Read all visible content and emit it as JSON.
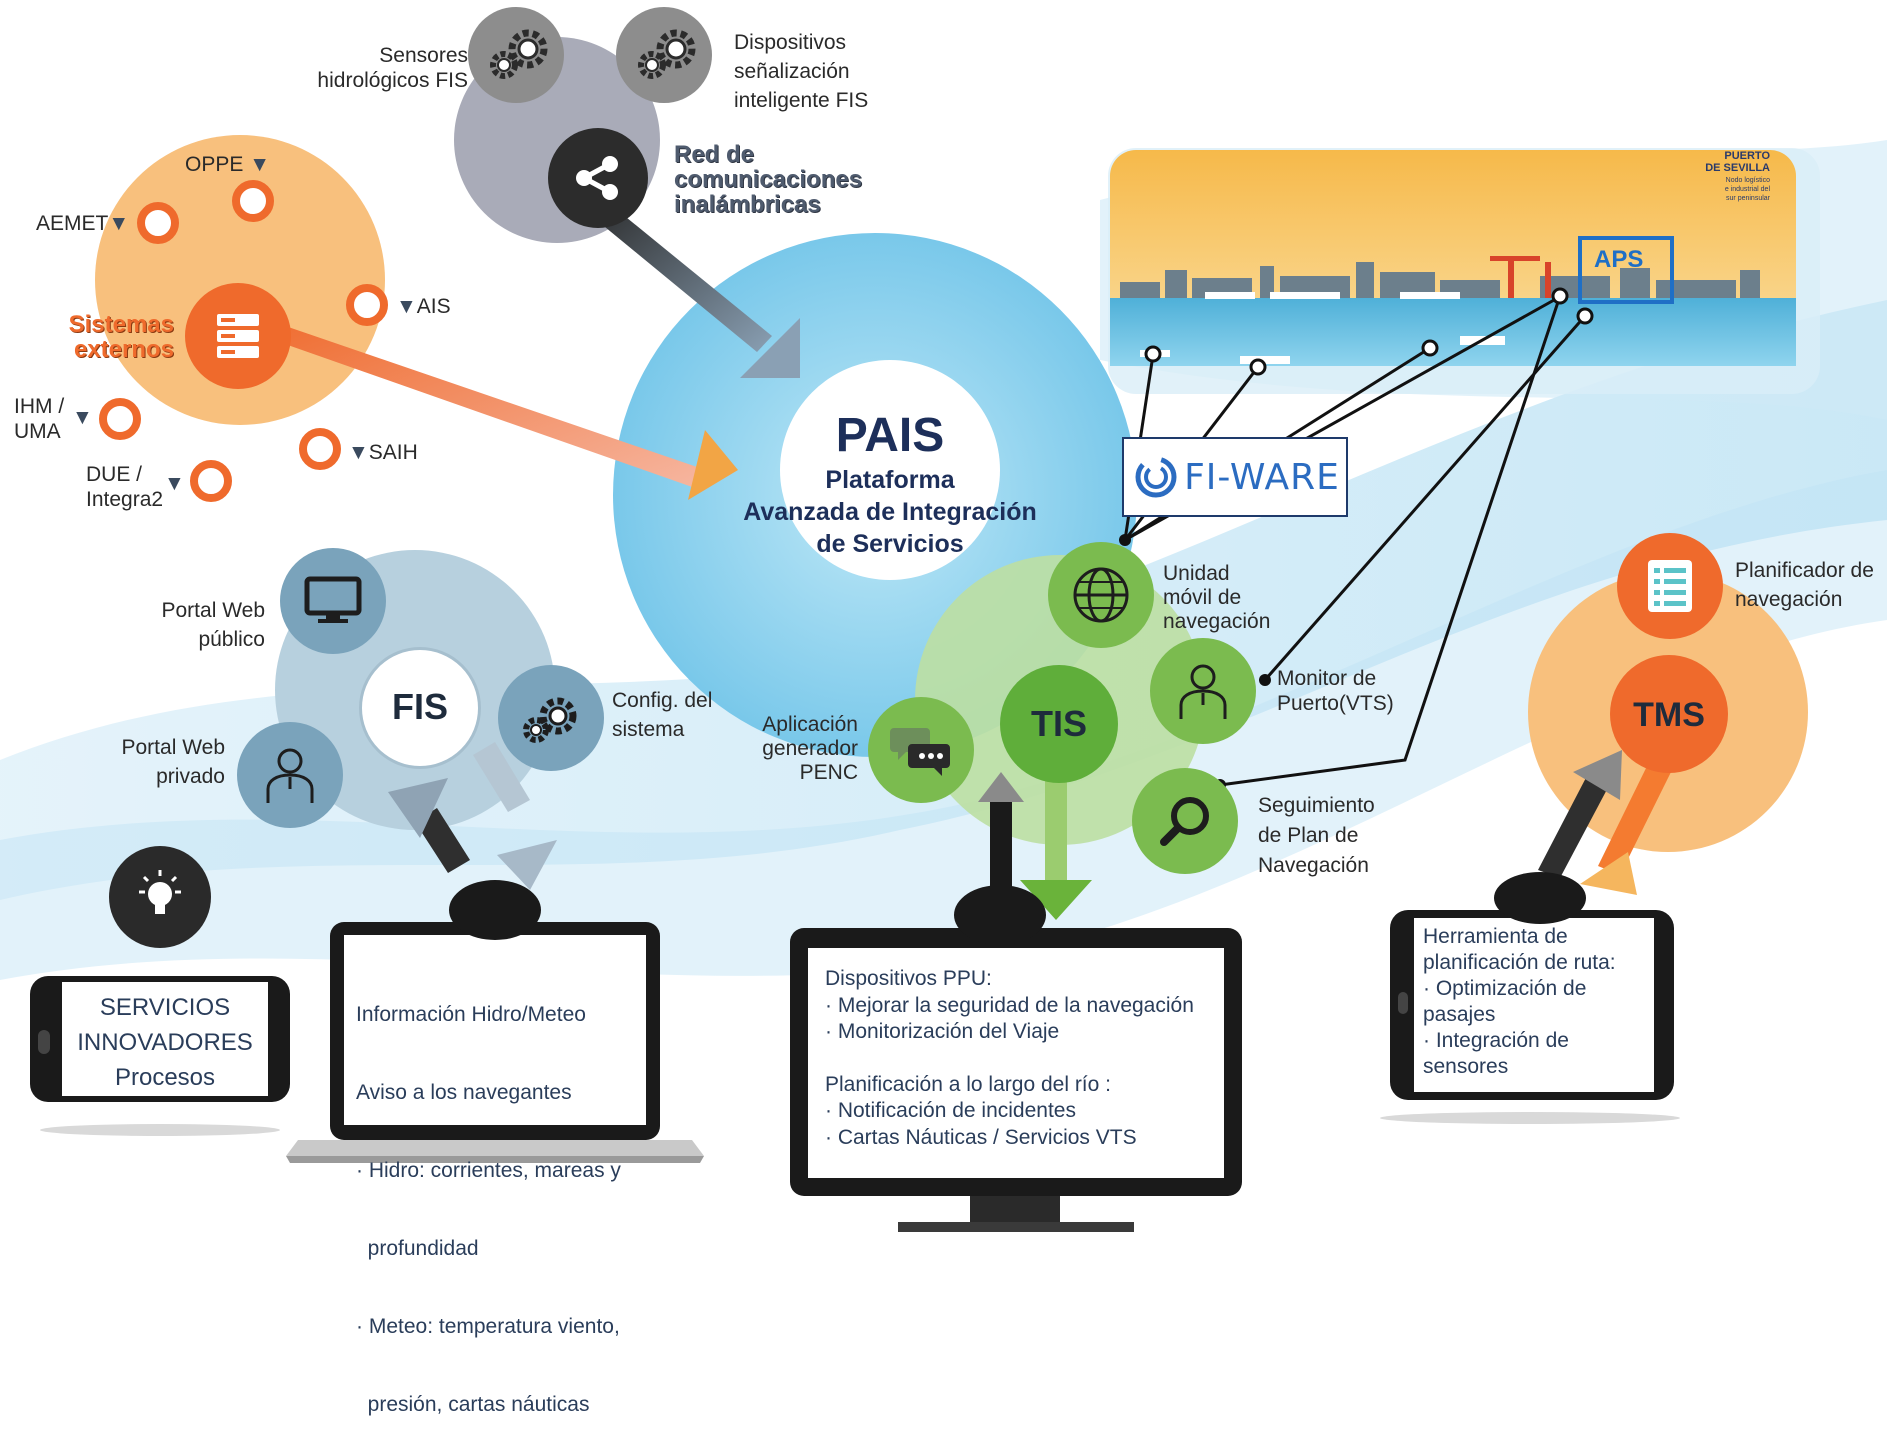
{
  "title": {
    "name": "PAIS",
    "subtitle_line1": "Plataforma",
    "subtitle_line2": "Avanzada de Integración",
    "subtitle_line3": "de Servicios"
  },
  "top": {
    "sensores_1": "Sensores",
    "sensores_2": "hidrológicos FIS",
    "dispositivos_1": "Dispositivos",
    "dispositivos_2": "señalización",
    "dispositivos_3": "inteligente FIS",
    "red_1": "Red de",
    "red_2": "comunicaciones",
    "red_3": "inalámbricas"
  },
  "externos": {
    "title_1": "Sistemas",
    "title_2": "externos",
    "oppe": "OPPE",
    "aemet": "AEMET",
    "ais": "AIS",
    "ihm_1": "IHM /",
    "ihm_2": "UMA",
    "saih": "SAIH",
    "due_1": "DUE /",
    "due_2": "Integra2"
  },
  "fis": {
    "label": "FIS",
    "portal_publico_1": "Portal Web",
    "portal_publico_2": "público",
    "portal_privado_1": "Portal Web",
    "portal_privado_2": "privado",
    "config_1": "Config. del",
    "config_2": "sistema"
  },
  "tis": {
    "label": "TIS",
    "unidad_1": "Unidad",
    "unidad_2": "móvil de",
    "unidad_3": "navegación",
    "monitor_1": "Monitor de",
    "monitor_2": "Puerto(VTS)",
    "aplicacion_1": "Aplicación",
    "aplicacion_2": "generador",
    "aplicacion_3": "PENC",
    "seguimiento_1": "Seguimiento",
    "seguimiento_2": "de Plan de",
    "seguimiento_3": "Navegación"
  },
  "tms": {
    "label": "TMS",
    "planificador_1": "Planificador de",
    "planificador_2": "navegación"
  },
  "port": {
    "brand_1": "PUERTO",
    "brand_2": "DE SEVILLA",
    "tagline_1": "Nodo logístico",
    "tagline_2": "e industrial del",
    "tagline_3": "sur peninsular",
    "aps": "APS"
  },
  "fiware": "FI-WARE",
  "phone_left": {
    "line1": "SERVICIOS",
    "line2": "INNOVADORES",
    "line3": "Procesos"
  },
  "laptop": {
    "lines": [
      "Información Hidro/Meteo",
      "Aviso a los navegantes",
      "· Hidro: corrientes, mareas y",
      "  profundidad",
      "· Meteo: temperatura viento,",
      "  presión, cartas náuticas"
    ]
  },
  "monitor": {
    "lines": [
      "Dispositivos PPU:",
      "· Mejorar la seguridad de la navegación",
      "· Monitorización del Viaje",
      "",
      "Planificación a lo largo del río :",
      "· Notificación de incidentes",
      "· Cartas Náuticas / Servicios VTS"
    ]
  },
  "phone_right": {
    "lines": [
      "Herramienta de",
      "planificación de ruta:",
      "· Optimización de",
      "pasajes",
      "· Integración de",
      "sensores"
    ]
  },
  "colors": {
    "orange": "#ef6a2c",
    "light_orange": "#f8c07d",
    "blue_circle": "#8fd3ef",
    "fis_blue": "#6f9bb5",
    "tis_green": "#7bbb4f",
    "grey_circle": "#a9abb8",
    "navy": "#1d2f5a"
  },
  "icons": [
    "gears-icon",
    "share-icon",
    "server-icon",
    "monitor-icon",
    "user-icon",
    "globe-icon",
    "chat-icon",
    "search-icon",
    "checklist-icon",
    "lightbulb-icon"
  ]
}
